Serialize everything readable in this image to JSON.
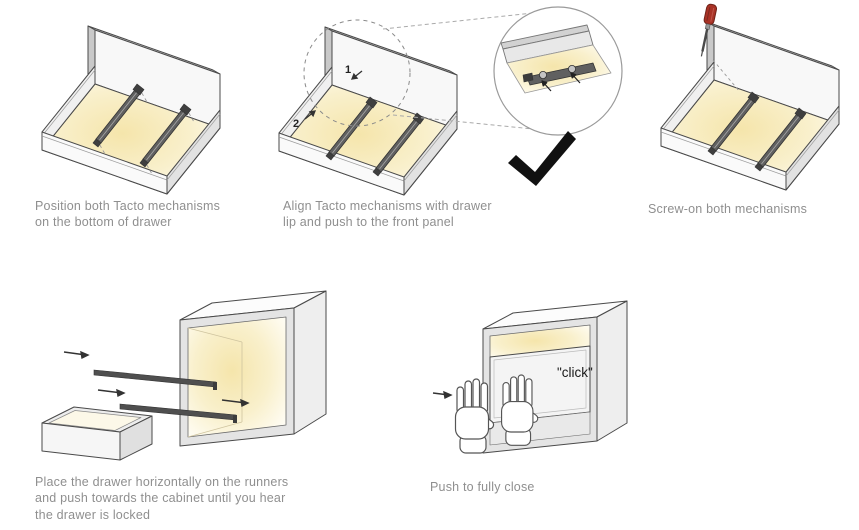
{
  "page": {
    "title": "Tacto drawer mechanism installation instructions",
    "background": "#ffffff"
  },
  "colors": {
    "caption_text": "#8f8f8f",
    "outline": "#4a4a4a",
    "interior_glow": "#f5e5ab",
    "mechanism": "#606060",
    "screwdriver_handle": "#a93226",
    "checkmark": "#111111"
  },
  "steps": {
    "step1": {
      "caption": "Position both Tacto mechanisms\non the bottom of drawer"
    },
    "step2": {
      "caption": "Align Tacto mechanisms with drawer\nlip and push to the front panel",
      "marker1": "1",
      "marker2": "2"
    },
    "step3": {
      "caption": "Screw-on both mechanisms"
    },
    "step4": {
      "caption": "Place the drawer horizontally on the runners\nand push towards the cabinet until you hear\nthe drawer is locked"
    },
    "step5": {
      "caption": "Push to fully close",
      "click_label": "\"click\""
    }
  }
}
